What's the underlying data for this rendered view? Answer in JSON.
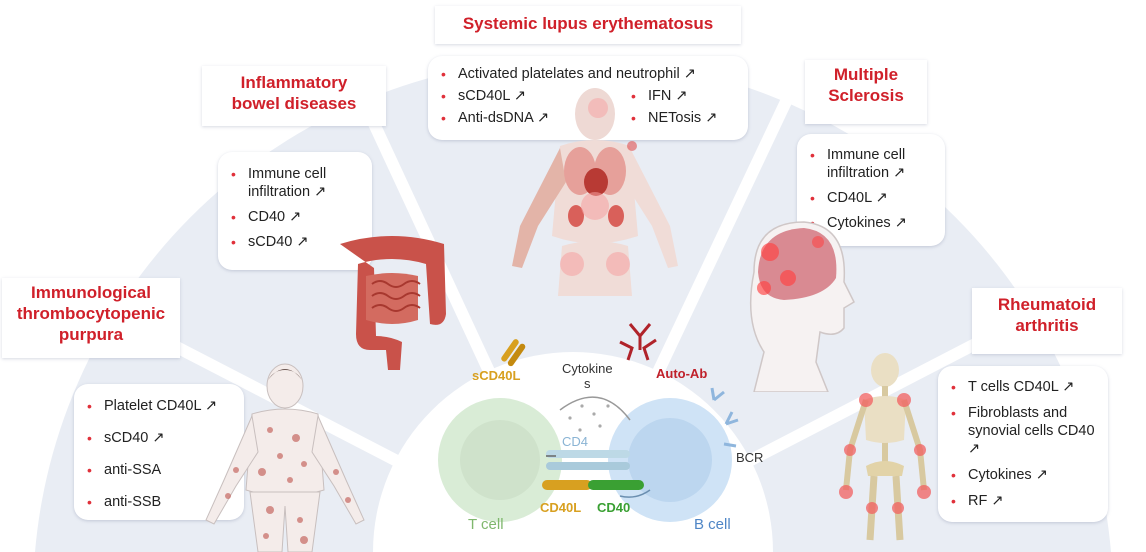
{
  "colors": {
    "title_red": "#d0202a",
    "bullet_red": "#e0303a",
    "fan_bg": "#e9edf4",
    "t_cell": "#d9ecd6",
    "b_cell": "#cfe3f6",
    "cd40l": "#d8a020",
    "cd40": "#3aa033"
  },
  "sle": {
    "title": "Systemic lupus erythematosus",
    "left_items": [
      "Activated platelates and neutrophil ↗",
      "sCD40L ↗",
      "Anti-dsDNA ↗"
    ],
    "right_items": [
      "IFN ↗",
      "NETosis ↗"
    ]
  },
  "ibd": {
    "title_line1": "Inflammatory",
    "title_line2": "bowel diseases",
    "items": [
      "Immune cell infiltration ↗",
      "CD40 ↗",
      "sCD40 ↗"
    ]
  },
  "ms": {
    "title_line1": "Multiple",
    "title_line2": "Sclerosis",
    "items": [
      "Immune cell infiltration ↗",
      "CD40L ↗",
      "Cytokines ↗"
    ]
  },
  "itp": {
    "title_line1": "Immunological",
    "title_line2": "thrombocytopenic",
    "title_line3": "purpura",
    "items": [
      "Platelet CD40L ↗",
      "sCD40 ↗",
      "anti-SSA",
      "anti-SSB"
    ]
  },
  "ra": {
    "title_line1": "Rheumatoid",
    "title_line2": "arthritis",
    "items": [
      "T cells CD40L ↗",
      "Fibroblasts and synovial cells CD40 ↗",
      "Cytokines ↗",
      "RF ↗"
    ]
  },
  "center": {
    "scd40l": "sCD40L",
    "cytokine_line1": "Cytokine",
    "cytokine_line2": "s",
    "auto_ab": "Auto-Ab",
    "cd4": "CD4",
    "bcr": "BCR",
    "cd40l": "CD40L",
    "cd40": "CD40",
    "t_cell": "T cell",
    "b_cell": "B cell"
  },
  "icons": [
    "body-outline-icon",
    "colon-icon",
    "head-brain-icon",
    "skeleton-icon",
    "antibody-icon",
    "receptor-icon"
  ]
}
